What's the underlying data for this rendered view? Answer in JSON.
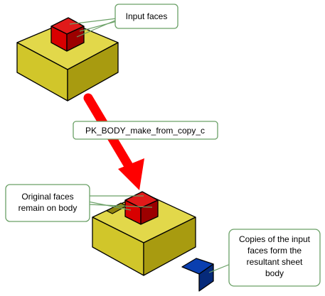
{
  "callouts": {
    "input_faces": "Input faces",
    "operation": "PK_BODY_make_from_copy_c",
    "original_faces_line1": "Original faces",
    "original_faces_line2": "remain on body",
    "copies_line1": "Copies of the input",
    "copies_line2": "faces form the",
    "copies_line3": "resultant sheet",
    "copies_line4": "body"
  },
  "colors": {
    "body_top": "#e2d84a",
    "body_front": "#d1c62a",
    "body_side": "#a89b10",
    "face_red_front": "#d80000",
    "face_red_top": "#e01a1a",
    "face_red_side": "#9c0000",
    "sheet_blue": "#0a3fb0",
    "sheet_blue_dark": "#062a7a",
    "arrow_red": "#ff0000",
    "callout_border": "#6aa066",
    "callout_fill": "#ffffff"
  }
}
